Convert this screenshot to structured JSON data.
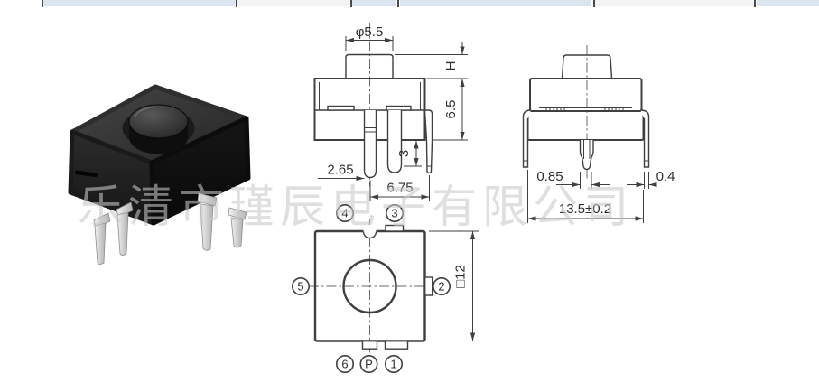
{
  "watermark": {
    "text": "乐清市瑾辰电子有限公司"
  },
  "colors": {
    "line": "#3f3f3f",
    "dim_text": "#2e2e2e",
    "topbar_blue": "#dbe5f0",
    "topbar_gray": "#f3f3f3",
    "topbar_divider": "#4a4a4a",
    "watermark": "rgba(200,200,200,0.58)"
  },
  "front_view": {
    "dims": {
      "button_diameter": "φ5.5",
      "button_height": "H",
      "body_height": "6.5",
      "pin_offset": "2.65",
      "pin_protrusion": "3",
      "pin_spacing": "6.75"
    }
  },
  "side_view": {
    "dims": {
      "pin_width": "0.85",
      "bracket_thickness": "0.4",
      "overall_width": "13.5±0.2"
    }
  },
  "bottom_view": {
    "dims": {
      "outline": "□12"
    },
    "terminals": {
      "t4": "4",
      "t3": "3",
      "t5": "5",
      "t2": "2",
      "t6": "6",
      "tp": "P",
      "t1": "1"
    }
  }
}
